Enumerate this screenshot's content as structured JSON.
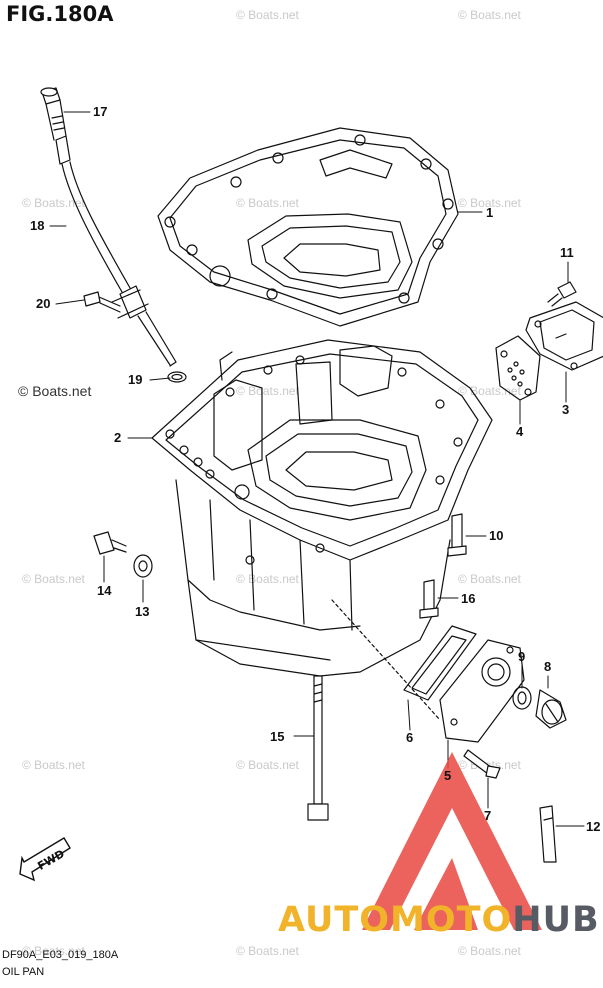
{
  "figure": {
    "title": "FIG.180A",
    "code": "DF90A_E03_019_180A",
    "caption": "OIL PAN"
  },
  "watermark": {
    "text": "© Boats.net"
  },
  "brand": {
    "part1": "AUTOMOTO",
    "part2": "HUB",
    "logo_color": "#e8483f",
    "accent_color": "#f1b32a",
    "dark_color": "#575c64"
  },
  "fwd_label": "FWD",
  "callouts": {
    "n1": "1",
    "n2": "2",
    "n3": "3",
    "n4": "4",
    "n5": "5",
    "n6": "6",
    "n7": "7",
    "n8": "8",
    "n9": "9",
    "n10": "10",
    "n11": "11",
    "n12": "12",
    "n13": "13",
    "n14": "14",
    "n15": "15",
    "n16": "16",
    "n17": "17",
    "n18": "18",
    "n19": "19",
    "n20": "20"
  }
}
